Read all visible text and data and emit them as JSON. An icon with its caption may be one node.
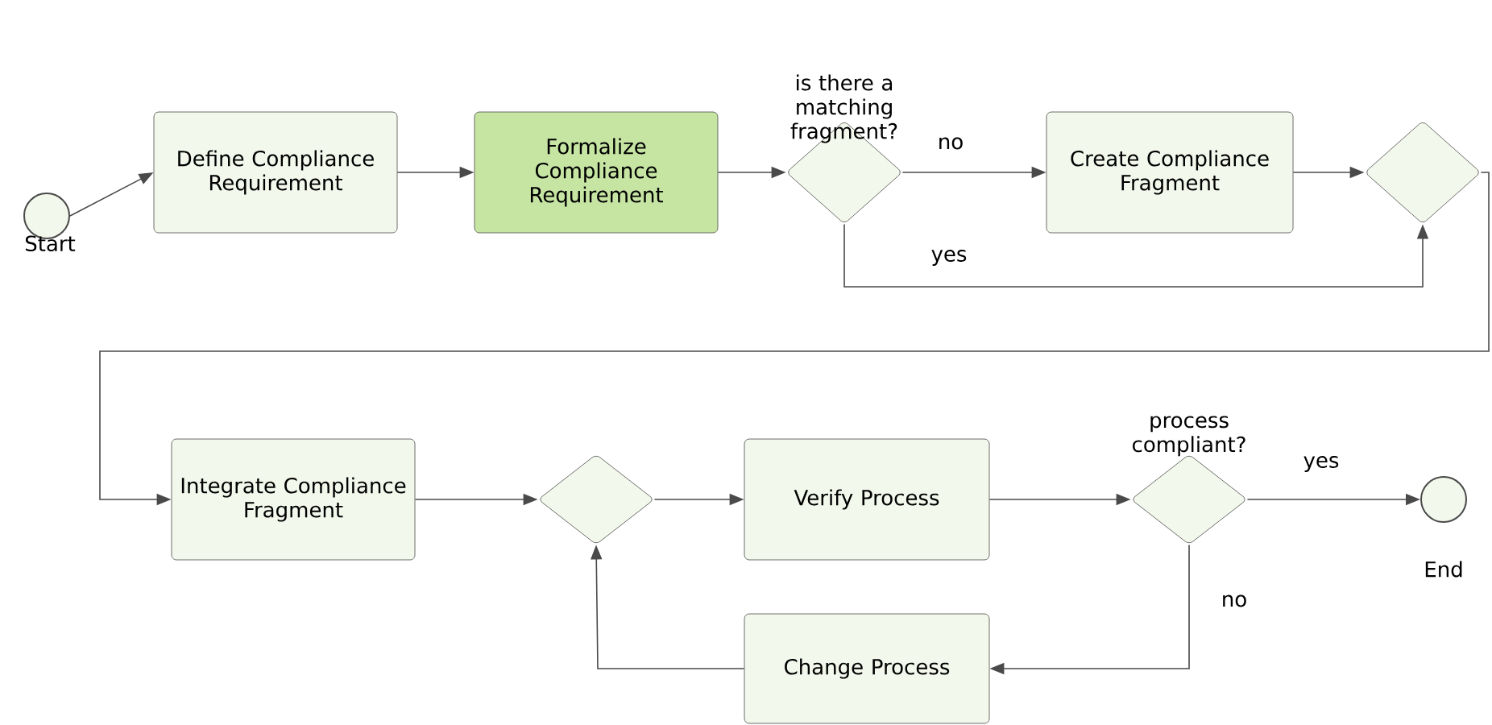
{
  "diagram": {
    "nodes": [
      {
        "text": [],
        "shape": "circle",
        "beside": [
          "Start"
        ]
      },
      {
        "text": [
          "Define Compliance Requirement"
        ]
      },
      {
        "text": [
          "Formalize Compliance Requirement"
        ]
      },
      {
        "text": [],
        "shape": "diamond",
        "beside": [
          "is there a matching fragment?"
        ]
      },
      {
        "text": [
          "Create Compliance Fragment"
        ]
      },
      {
        "text": [],
        "shape": "diamond"
      },
      {
        "text": [
          "Integrate Compliance Fragment"
        ]
      },
      {
        "text": [],
        "shape": "diamond"
      },
      {
        "text": [
          "Verify Process"
        ]
      },
      {
        "text": [],
        "shape": "diamond",
        "beside": [
          "process compliant?"
        ]
      },
      {
        "text": [],
        "shape": "circle",
        "beside": [
          "End"
        ]
      },
      {
        "text": [
          "Change Process"
        ]
      }
    ],
    "edges": [
      {
        "from": 0,
        "to": 1,
        "arrow": "to"
      },
      {
        "from": 1,
        "to": 2,
        "arrow": "to"
      },
      {
        "from": 2,
        "to": 3,
        "arrow": "to"
      },
      {
        "from": 3,
        "to": 4,
        "arrow": "to",
        "label": "no"
      },
      {
        "from": 3,
        "to": 5,
        "arrow": "to",
        "label": "yes"
      },
      {
        "from": 4,
        "to": 5,
        "arrow": "to"
      },
      {
        "from": 5,
        "to": 6,
        "arrow": "to"
      },
      {
        "from": 6,
        "to": 7,
        "arrow": "to"
      },
      {
        "from": 7,
        "to": 8,
        "arrow": "to"
      },
      {
        "from": 8,
        "to": 9,
        "arrow": "to"
      },
      {
        "from": 9,
        "to": 10,
        "arrow": "to",
        "label": "yes"
      },
      {
        "from": 9,
        "to": 11,
        "arrow": "to",
        "label": "no"
      },
      {
        "from": 11,
        "to": 7,
        "arrow": "to"
      }
    ]
  }
}
